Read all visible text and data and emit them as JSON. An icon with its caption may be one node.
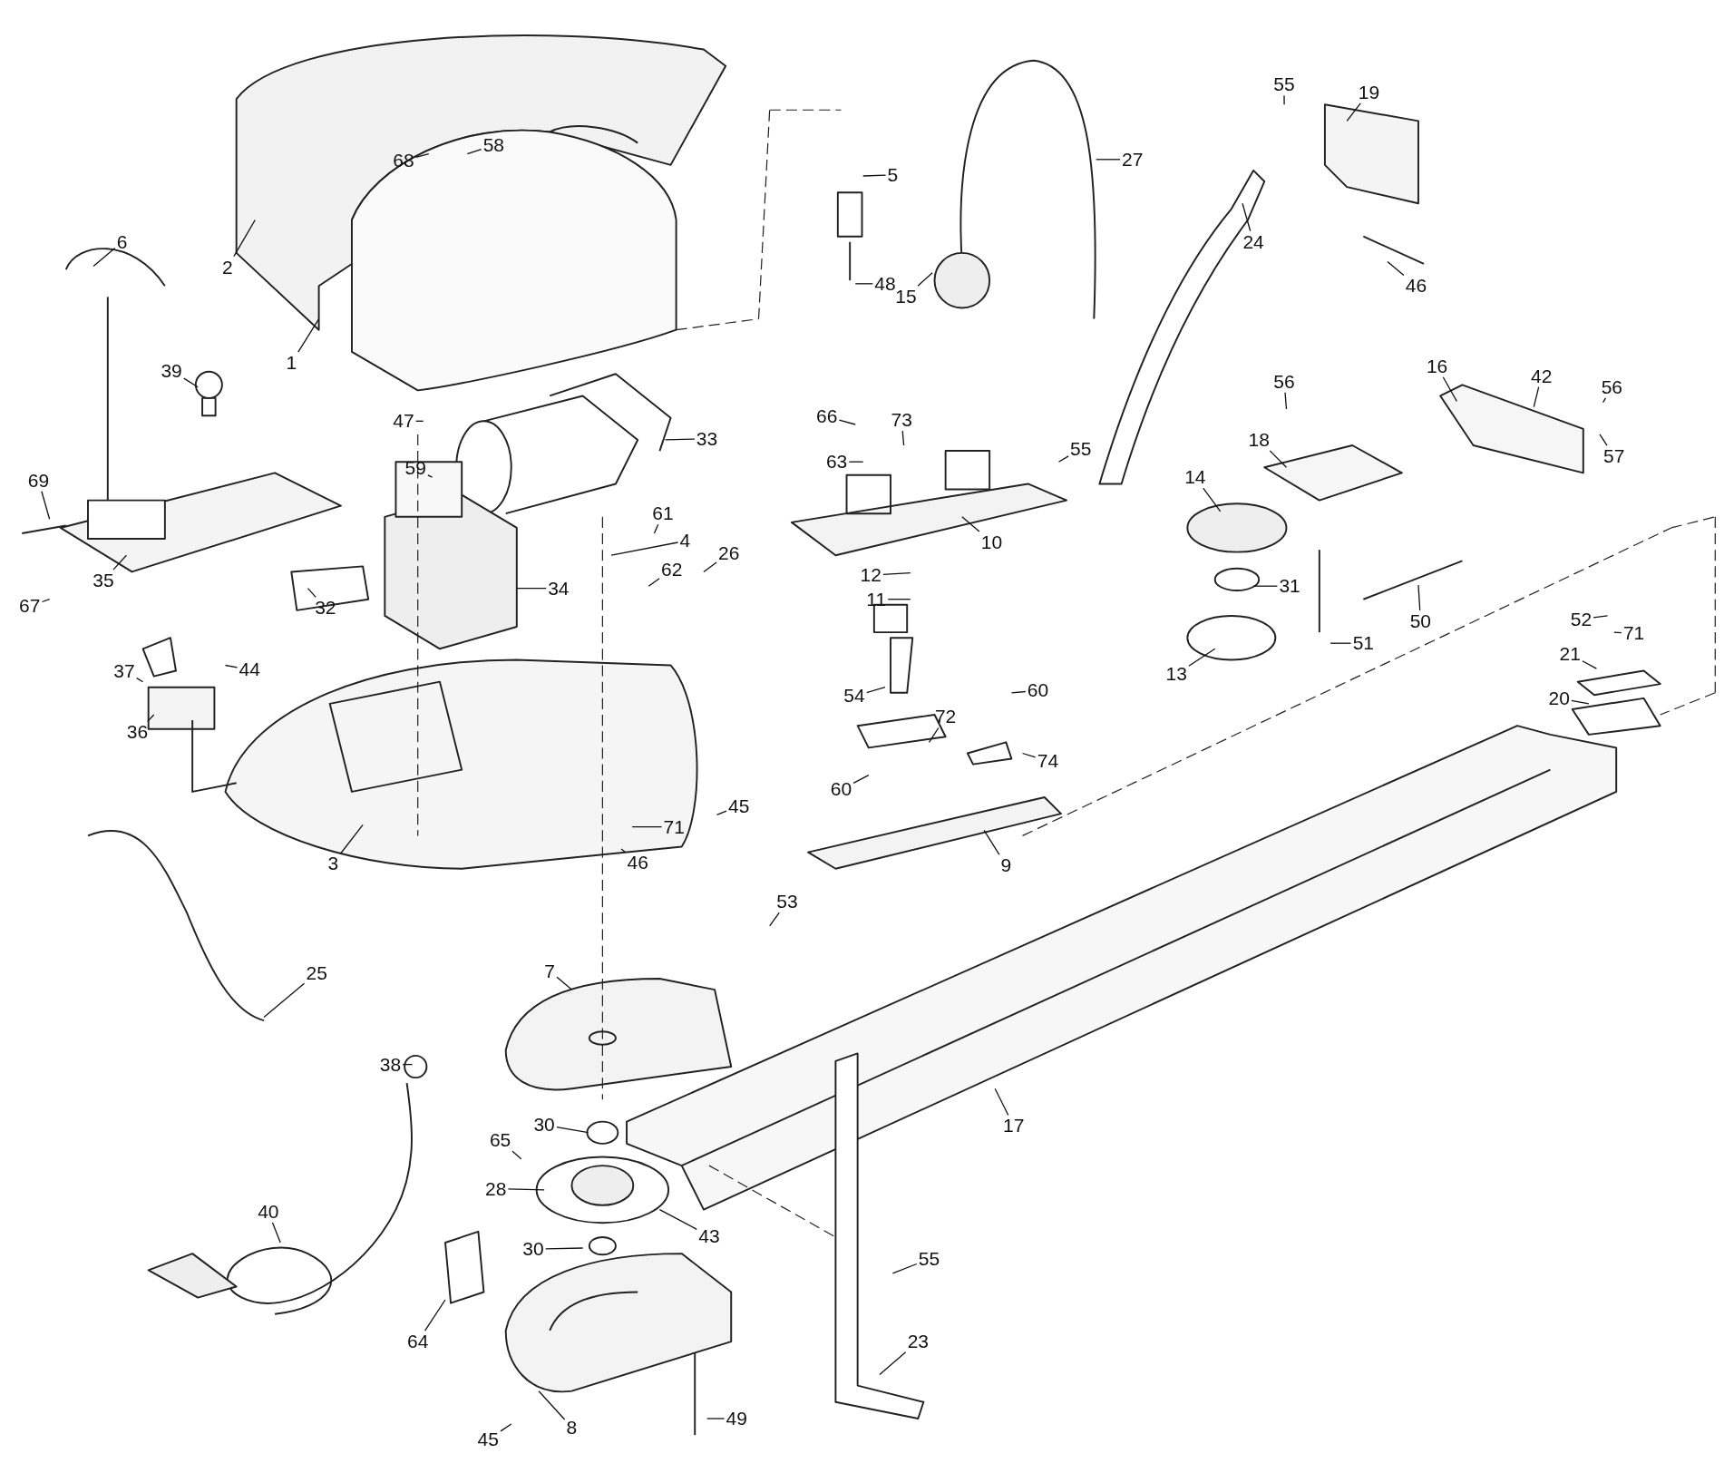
{
  "diagram": {
    "nodes": [
      {
        "text": [
          "55"
        ]
      },
      {
        "text": [
          "19"
        ]
      },
      {
        "text": [
          "68"
        ]
      },
      {
        "text": [
          "58"
        ]
      },
      {
        "text": [
          "5"
        ]
      },
      {
        "text": [
          "27"
        ]
      },
      {
        "text": [
          "6"
        ]
      },
      {
        "text": [
          "2"
        ]
      },
      {
        "text": [
          "24"
        ]
      },
      {
        "text": [
          "48"
        ]
      },
      {
        "text": [
          "46"
        ]
      },
      {
        "text": [
          "15"
        ]
      },
      {
        "text": [
          "1"
        ]
      },
      {
        "text": [
          "39"
        ]
      },
      {
        "text": [
          "16"
        ]
      },
      {
        "text": [
          "42"
        ]
      },
      {
        "text": [
          "56"
        ]
      },
      {
        "text": [
          "56"
        ]
      },
      {
        "text": [
          "47"
        ]
      },
      {
        "text": [
          "66"
        ]
      },
      {
        "text": [
          "73"
        ]
      },
      {
        "text": [
          "33"
        ]
      },
      {
        "text": [
          "18"
        ]
      },
      {
        "text": [
          "55"
        ]
      },
      {
        "text": [
          "57"
        ]
      },
      {
        "text": [
          "63"
        ]
      },
      {
        "text": [
          "59"
        ]
      },
      {
        "text": [
          "69"
        ]
      },
      {
        "text": [
          "14"
        ]
      },
      {
        "text": [
          "61"
        ]
      },
      {
        "text": [
          "4"
        ]
      },
      {
        "text": [
          "10"
        ]
      },
      {
        "text": [
          "26"
        ]
      },
      {
        "text": [
          "62"
        ]
      },
      {
        "text": [
          "12"
        ]
      },
      {
        "text": [
          "35"
        ]
      },
      {
        "text": [
          "34"
        ]
      },
      {
        "text": [
          "31"
        ]
      },
      {
        "text": [
          "11"
        ]
      },
      {
        "text": [
          "67"
        ]
      },
      {
        "text": [
          "32"
        ]
      },
      {
        "text": [
          "50"
        ]
      },
      {
        "text": [
          "52"
        ]
      },
      {
        "text": [
          "71"
        ]
      },
      {
        "text": [
          "51"
        ]
      },
      {
        "text": [
          "21"
        ]
      },
      {
        "text": [
          "44"
        ]
      },
      {
        "text": [
          "37"
        ]
      },
      {
        "text": [
          "13"
        ]
      },
      {
        "text": [
          "60"
        ]
      },
      {
        "text": [
          "54"
        ]
      },
      {
        "text": [
          "20"
        ]
      },
      {
        "text": [
          "72"
        ]
      },
      {
        "text": [
          "36"
        ]
      },
      {
        "text": [
          "74"
        ]
      },
      {
        "text": [
          "60"
        ]
      },
      {
        "text": [
          "45"
        ]
      },
      {
        "text": [
          "71"
        ]
      },
      {
        "text": [
          "3"
        ]
      },
      {
        "text": [
          "46"
        ]
      },
      {
        "text": [
          "9"
        ]
      },
      {
        "text": [
          "53"
        ]
      },
      {
        "text": [
          "25"
        ]
      },
      {
        "text": [
          "7"
        ]
      },
      {
        "text": [
          "38"
        ]
      },
      {
        "text": [
          "17"
        ]
      },
      {
        "text": [
          "30"
        ]
      },
      {
        "text": [
          "65"
        ]
      },
      {
        "text": [
          "28"
        ]
      },
      {
        "text": [
          "40"
        ]
      },
      {
        "text": [
          "43"
        ]
      },
      {
        "text": [
          "30"
        ]
      },
      {
        "text": [
          "55"
        ]
      },
      {
        "text": [
          "64"
        ]
      },
      {
        "text": [
          "23"
        ]
      },
      {
        "text": [
          "49"
        ]
      },
      {
        "text": [
          "8"
        ]
      },
      {
        "text": [
          "45"
        ]
      }
    ],
    "edges": [
      {
        "from": 0,
        "to": null,
        "arrow": "none"
      },
      {
        "from": 1,
        "to": null,
        "arrow": "none"
      },
      {
        "from": 2,
        "to": null,
        "arrow": "none"
      },
      {
        "from": 3,
        "to": null,
        "arrow": "none"
      },
      {
        "from": 4,
        "to": null,
        "arrow": "none"
      },
      {
        "from": 5,
        "to": null,
        "arrow": "none"
      },
      {
        "from": 6,
        "to": null,
        "arrow": "none"
      },
      {
        "from": 7,
        "to": null,
        "arrow": "none"
      },
      {
        "from": 8,
        "to": null,
        "arrow": "none"
      },
      {
        "from": 9,
        "to": null,
        "arrow": "none"
      },
      {
        "from": 10,
        "to": null,
        "arrow": "none"
      },
      {
        "from": 11,
        "to": null,
        "arrow": "none"
      },
      {
        "from": 12,
        "to": null,
        "arrow": "none"
      },
      {
        "from": 13,
        "to": null,
        "arrow": "none"
      },
      {
        "from": 14,
        "to": null,
        "arrow": "none"
      },
      {
        "from": 15,
        "to": null,
        "arrow": "none"
      },
      {
        "from": 16,
        "to": null,
        "arrow": "none"
      },
      {
        "from": 17,
        "to": null,
        "arrow": "none"
      },
      {
        "from": 18,
        "to": null,
        "arrow": "none"
      },
      {
        "from": 19,
        "to": null,
        "arrow": "none"
      },
      {
        "from": 20,
        "to": null,
        "arrow": "none"
      },
      {
        "from": 21,
        "to": null,
        "arrow": "none"
      },
      {
        "from": 22,
        "to": null,
        "arrow": "none"
      },
      {
        "from": 23,
        "to": null,
        "arrow": "none"
      },
      {
        "from": 24,
        "to": null,
        "arrow": "none"
      },
      {
        "from": 25,
        "to": null,
        "arrow": "none"
      },
      {
        "from": 26,
        "to": null,
        "arrow": "none"
      },
      {
        "from": 27,
        "to": null,
        "arrow": "none"
      },
      {
        "from": 28,
        "to": null,
        "arrow": "none"
      },
      {
        "from": 29,
        "to": null,
        "arrow": "none"
      },
      {
        "from": 30,
        "to": null,
        "arrow": "none"
      },
      {
        "from": 31,
        "to": null,
        "arrow": "none"
      },
      {
        "from": 32,
        "to": null,
        "arrow": "none"
      },
      {
        "from": 33,
        "to": null,
        "arrow": "none"
      },
      {
        "from": 34,
        "to": null,
        "arrow": "none"
      },
      {
        "from": 35,
        "to": null,
        "arrow": "none"
      },
      {
        "from": 36,
        "to": null,
        "arrow": "none"
      },
      {
        "from": 37,
        "to": null,
        "arrow": "none"
      },
      {
        "from": 38,
        "to": null,
        "arrow": "none"
      },
      {
        "from": 39,
        "to": null,
        "arrow": "none"
      },
      {
        "from": 40,
        "to": null,
        "arrow": "none"
      },
      {
        "from": 41,
        "to": null,
        "arrow": "none"
      },
      {
        "from": 42,
        "to": null,
        "arrow": "none"
      },
      {
        "from": 43,
        "to": null,
        "arrow": "none"
      },
      {
        "from": 44,
        "to": null,
        "arrow": "none"
      },
      {
        "from": 45,
        "to": null,
        "arrow": "none"
      },
      {
        "from": 46,
        "to": null,
        "arrow": "none"
      },
      {
        "from": 47,
        "to": null,
        "arrow": "none"
      },
      {
        "from": 48,
        "to": null,
        "arrow": "none"
      },
      {
        "from": 49,
        "to": null,
        "arrow": "none"
      },
      {
        "from": 50,
        "to": null,
        "arrow": "none"
      },
      {
        "from": 51,
        "to": null,
        "arrow": "none"
      },
      {
        "from": 52,
        "to": null,
        "arrow": "none"
      },
      {
        "from": 53,
        "to": null,
        "arrow": "none"
      },
      {
        "from": 54,
        "to": null,
        "arrow": "none"
      },
      {
        "from": 55,
        "to": null,
        "arrow": "none"
      },
      {
        "from": 56,
        "to": null,
        "arrow": "none"
      },
      {
        "from": 57,
        "to": null,
        "arrow": "none"
      },
      {
        "from": 58,
        "to": null,
        "arrow": "none"
      },
      {
        "from": 59,
        "to": null,
        "arrow": "none"
      },
      {
        "from": 60,
        "to": null,
        "arrow": "none"
      },
      {
        "from": 61,
        "to": null,
        "arrow": "none"
      },
      {
        "from": 62,
        "to": null,
        "arrow": "none"
      },
      {
        "from": 63,
        "to": null,
        "arrow": "none"
      },
      {
        "from": 64,
        "to": null,
        "arrow": "none"
      },
      {
        "from": 65,
        "to": null,
        "arrow": "none"
      },
      {
        "from": 66,
        "to": null,
        "arrow": "none"
      },
      {
        "from": 67,
        "to": null,
        "arrow": "none"
      },
      {
        "from": 68,
        "to": null,
        "arrow": "none"
      },
      {
        "from": 69,
        "to": null,
        "arrow": "none"
      },
      {
        "from": 70,
        "to": null,
        "arrow": "none"
      },
      {
        "from": 71,
        "to": null,
        "arrow": "none"
      },
      {
        "from": 72,
        "to": null,
        "arrow": "none"
      },
      {
        "from": 73,
        "to": null,
        "arrow": "none"
      },
      {
        "from": 74,
        "to": null,
        "arrow": "none"
      },
      {
        "from": 75,
        "to": null,
        "arrow": "none"
      },
      {
        "from": 76,
        "to": null,
        "arrow": "none"
      },
      {
        "from": 77,
        "to": null,
        "arrow": "none"
      }
    ]
  }
}
